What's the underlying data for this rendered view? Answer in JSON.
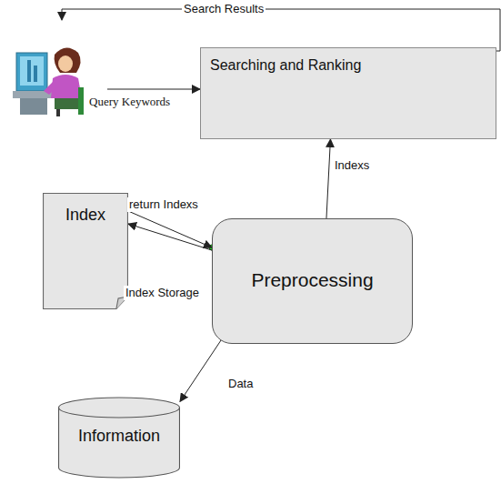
{
  "diagram": {
    "nodes": [
      {
        "text": [
          "Searching and Ranking"
        ]
      },
      {
        "text": [
          "Index"
        ]
      },
      {
        "text": [
          "Preprocessing"
        ]
      },
      {
        "text": [
          "Information"
        ]
      }
    ],
    "edges": [
      {
        "from": 2,
        "to": 0,
        "label": "Indexs",
        "arrow": "to"
      },
      {
        "from": 1,
        "to": 2,
        "label": "return Indexs",
        "arrow": "to"
      },
      {
        "from": 2,
        "to": 1,
        "label": "Index Storage",
        "arrow": "to"
      },
      {
        "from": 2,
        "to": 3,
        "label": "Data",
        "arrow": "to"
      }
    ],
    "labels": [
      "Search Results",
      "Query Keywords"
    ]
  }
}
